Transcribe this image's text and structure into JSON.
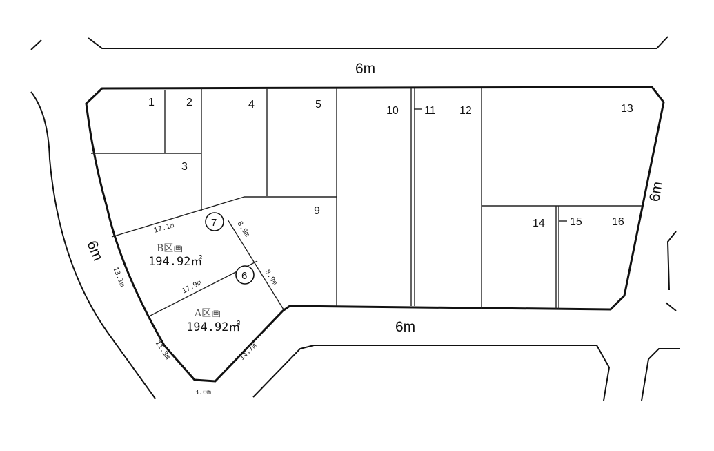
{
  "roads": {
    "top": "6m",
    "left": "6m",
    "right": "6m",
    "middle": "6m"
  },
  "lots": [
    "1",
    "2",
    "3",
    "4",
    "5",
    "9",
    "10",
    "11",
    "12",
    "13",
    "14",
    "15",
    "16"
  ],
  "sections": {
    "b": {
      "name": "B区画",
      "area": "194.92㎡",
      "number": "7"
    },
    "a": {
      "name": "A区画",
      "area": "194.92㎡",
      "number": "6"
    }
  },
  "dimensions": {
    "b_top": "17.1m",
    "b_left": "13.1m",
    "b_right": "8.9m",
    "ab_boundary": "17.9m",
    "a_right": "8.9m",
    "a_left": "11.3m",
    "a_bottom": "3.0m",
    "a_bottom_right": "14.7m"
  }
}
